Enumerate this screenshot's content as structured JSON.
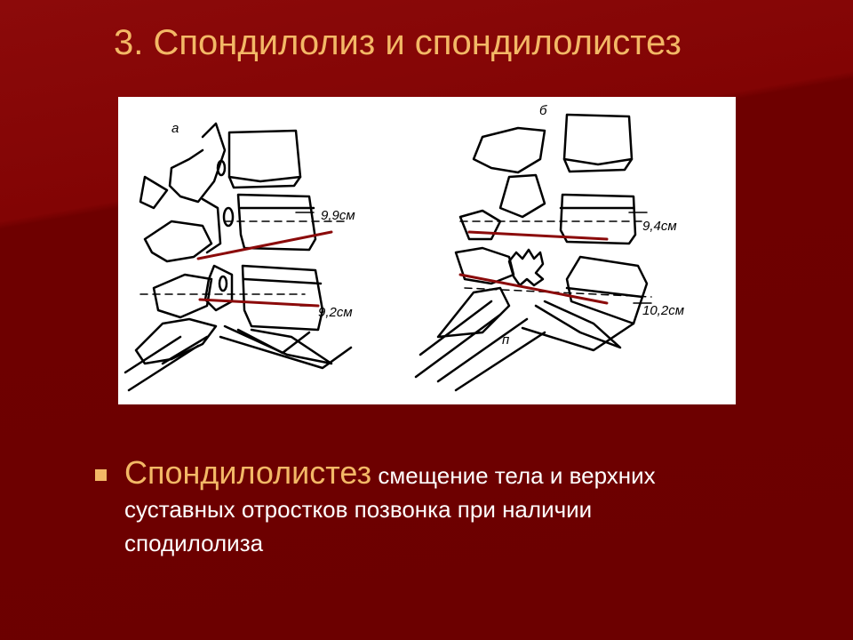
{
  "slide": {
    "title": "3. Спондилолиз и спондилолистез"
  },
  "figure": {
    "panel_a_label": "а",
    "panel_b_label": "б",
    "measure_a_upper": "9,9см",
    "measure_a_lower": "9,2см",
    "measure_b_upper": "9,4см",
    "measure_b_lower": "10,2см",
    "sacrum_label": "п"
  },
  "content": {
    "term": "Спондилолистез",
    "description_line1": " смещение тела и верхних",
    "description_line2": "суставных отростков позвонка при наличии",
    "description_line3": "сподилолиза"
  },
  "colors": {
    "background": "#7a0000",
    "accent": "#f3b866",
    "text": "#ffffff",
    "measure_line": "#8b0a0a"
  }
}
